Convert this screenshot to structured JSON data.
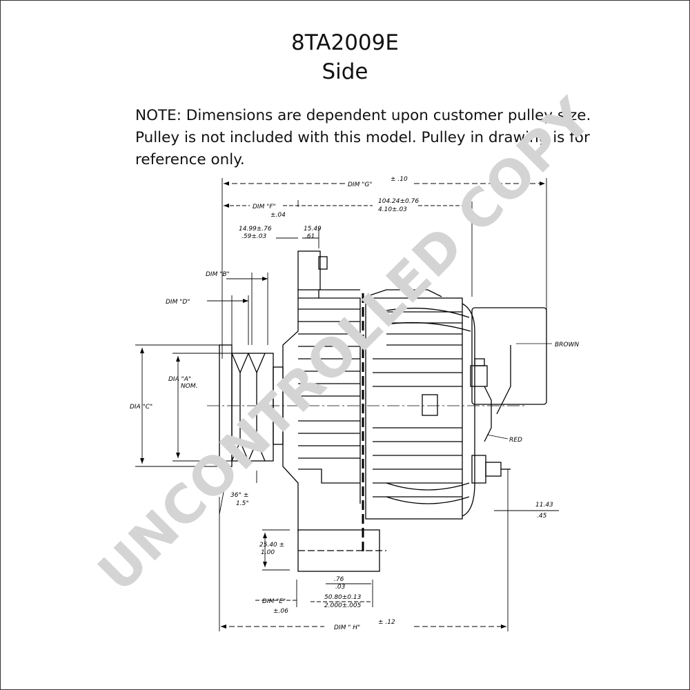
{
  "header": {
    "model": "8TA2009E",
    "view": "Side"
  },
  "note": {
    "line1": "NOTE:  Dimensions are dependent upon customer pulley size.",
    "line2": "Pulley is not included with this model.  Pulley in drawing is for",
    "line3": "reference only."
  },
  "dimensions": {
    "dim_g": "DIM \"G\"",
    "dim_g_tol": "± .10",
    "dim_f": "DIM \"F\"",
    "dim_f_tol": "±.04",
    "overall_mm": "104.24±0.76",
    "overall_in": "4.10±.03",
    "d1_mm": "14.99±.76",
    "d1_in": ".59±.03",
    "d2_mm": "15.49",
    "d2_in": ".61",
    "dim_b": "DIM \"B\"",
    "dim_d": "DIM \"D\"",
    "dia_a": "DIA \"A\"",
    "dia_a_note": "NOM.",
    "dia_c": "DIA \"C\"",
    "angle": "36° ±",
    "angle_tol": "1.5°",
    "foot_mm": "25.40 ±",
    "foot_in": "1.00",
    "d3_mm": ".76",
    "d3_in": ".03",
    "dim_e": "DIM \"E\"",
    "dim_e_tol": "±.06",
    "d4_mm": "50.80±0.13",
    "d4_in": "2.000±.005",
    "dim_h": "DIM \" H\"",
    "dim_h_tol": "± .12",
    "term_mm": "11.43",
    "term_in": ".45"
  },
  "wires": {
    "brown": "BROWN",
    "red": "RED"
  },
  "watermark": "UNCONTROLLED COPY"
}
